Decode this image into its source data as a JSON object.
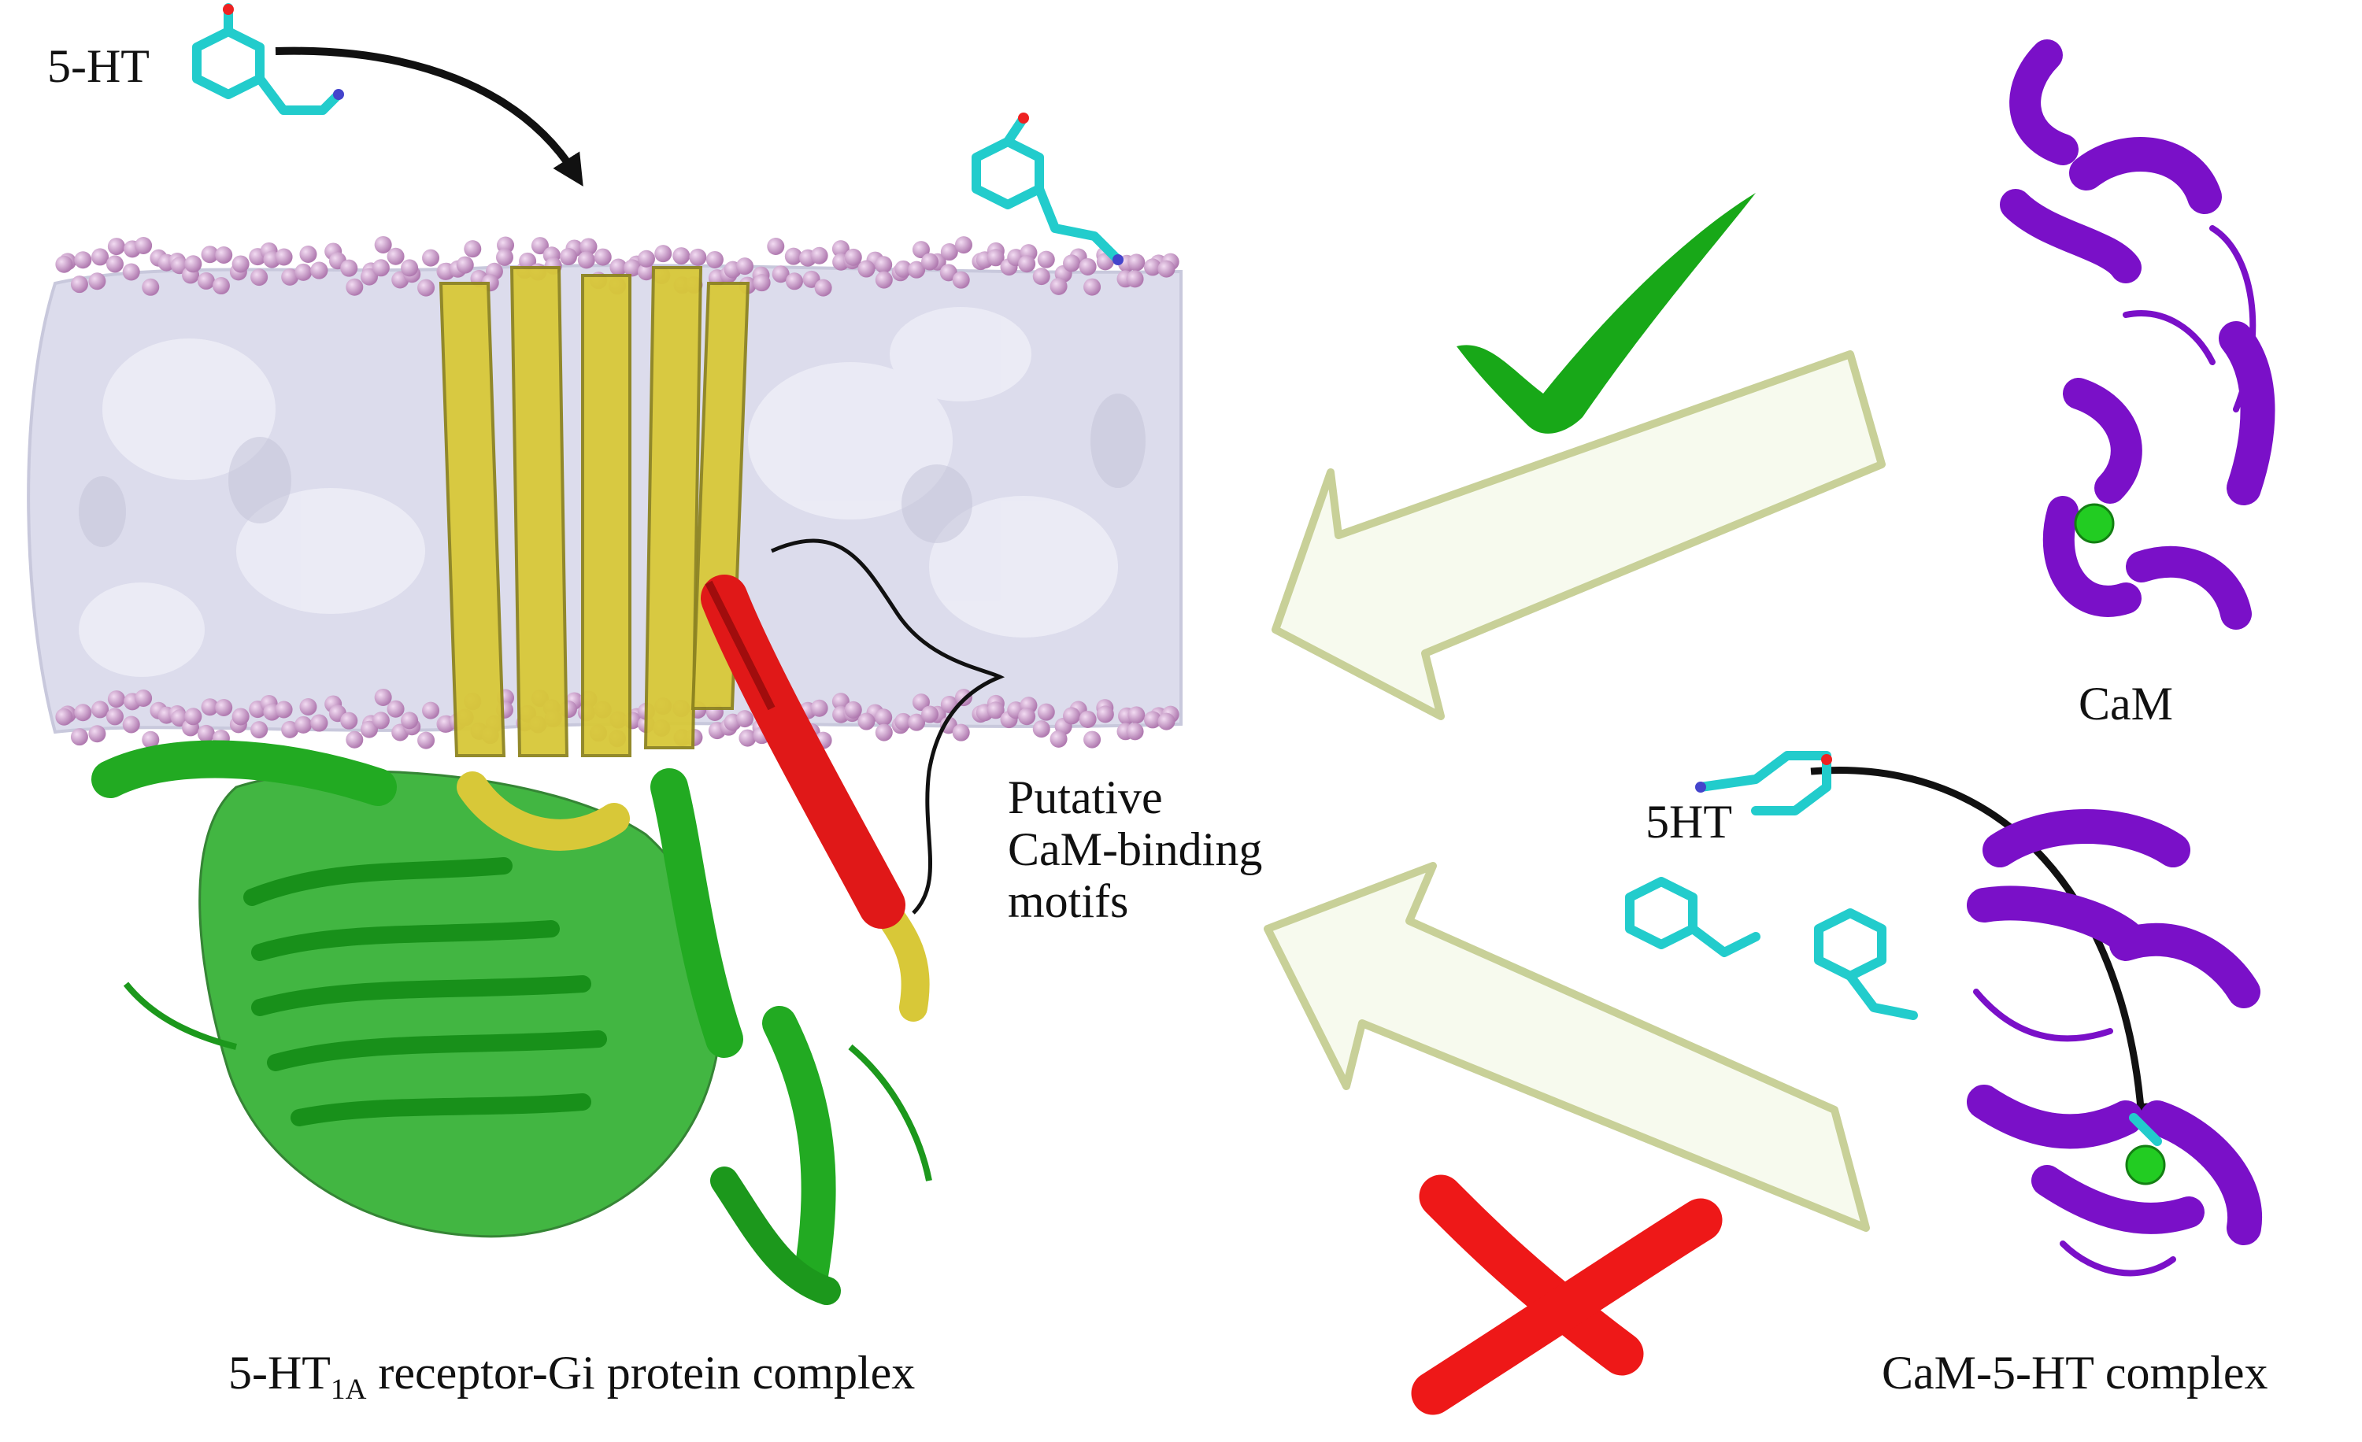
{
  "labels": {
    "ligand_top_left": "5-HT",
    "ligand_right": "5HT",
    "motif_line1": "Putative",
    "motif_line2": "CaM-binding",
    "motif_line3": "motifs",
    "cam": "CaM",
    "receptor_main": "5-HT",
    "receptor_sub": "1A",
    "receptor_rest": " receptor-Gi protein complex",
    "complex": "CaM-5-HT complex"
  },
  "colors": {
    "membrane": "#dcdcec",
    "lipid_heads": "#c89ac8",
    "receptor_helix": "#d8c838",
    "cam_binding_helix": "#e01818",
    "gi_protein": "#22aa22",
    "cam_protein": "#7a10c8",
    "calcium_ion": "#22cc22",
    "ligand": "#22cccc",
    "check_mark": "#18a818",
    "cross_mark": "#ee1818",
    "big_arrow_fill": "#f7faee",
    "big_arrow_stroke": "#c8d098"
  },
  "icons": [
    "check-icon",
    "cross-icon",
    "arrow-icon"
  ]
}
